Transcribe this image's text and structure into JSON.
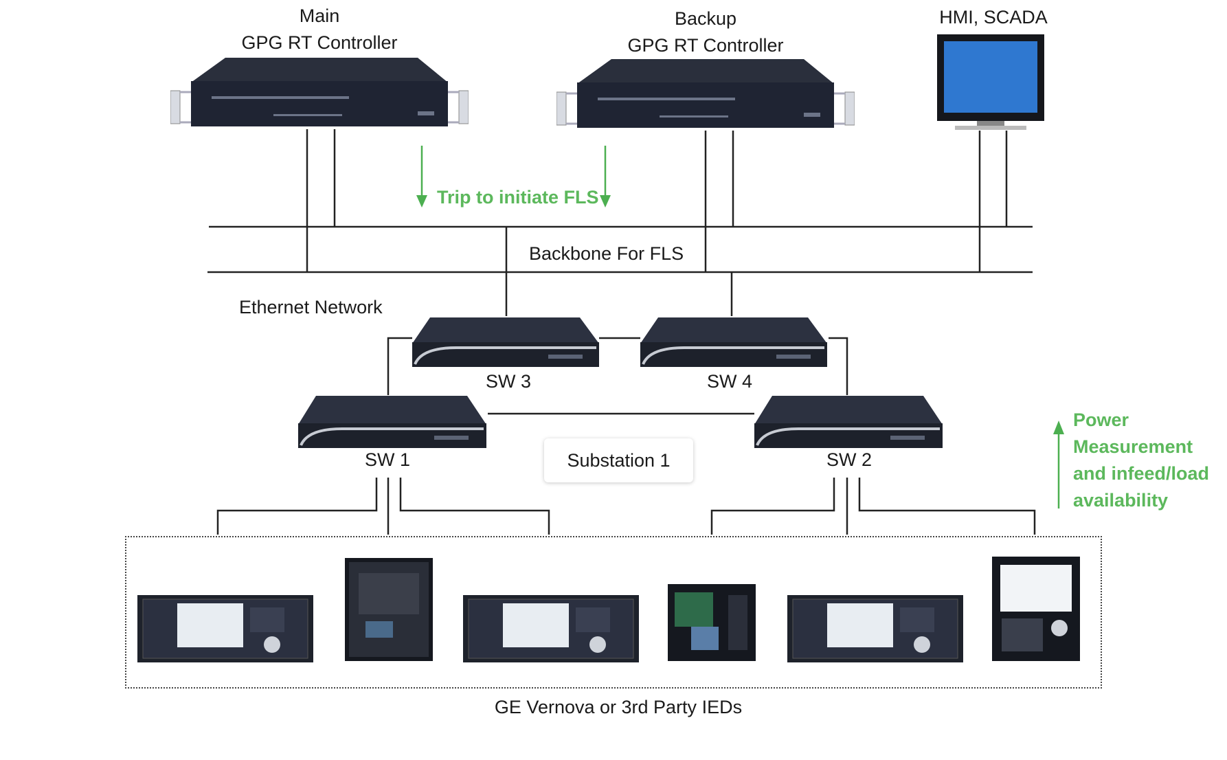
{
  "controllers": {
    "main": {
      "line1": "Main",
      "line2": "GPG RT Controller"
    },
    "backup": {
      "line1": "Backup",
      "line2": "GPG RT Controller"
    },
    "hmi": "HMI, SCADA"
  },
  "annotations": {
    "trip": "Trip to initiate FLS",
    "backbone": "Backbone For FLS",
    "ethernet": "Ethernet Network",
    "power": [
      "Power",
      "Measurement",
      "and infeed/load",
      "availability"
    ]
  },
  "switches": {
    "sw1": "SW 1",
    "sw2": "SW 2",
    "sw3": "SW 3",
    "sw4": "SW 4"
  },
  "substation": "Substation 1",
  "ied_caption": "GE Vernova or 3rd Party IEDs",
  "colors": {
    "accent_green": "#5cb85c",
    "device_dark": "#1f2433",
    "screen_blue": "#2f78d0"
  }
}
